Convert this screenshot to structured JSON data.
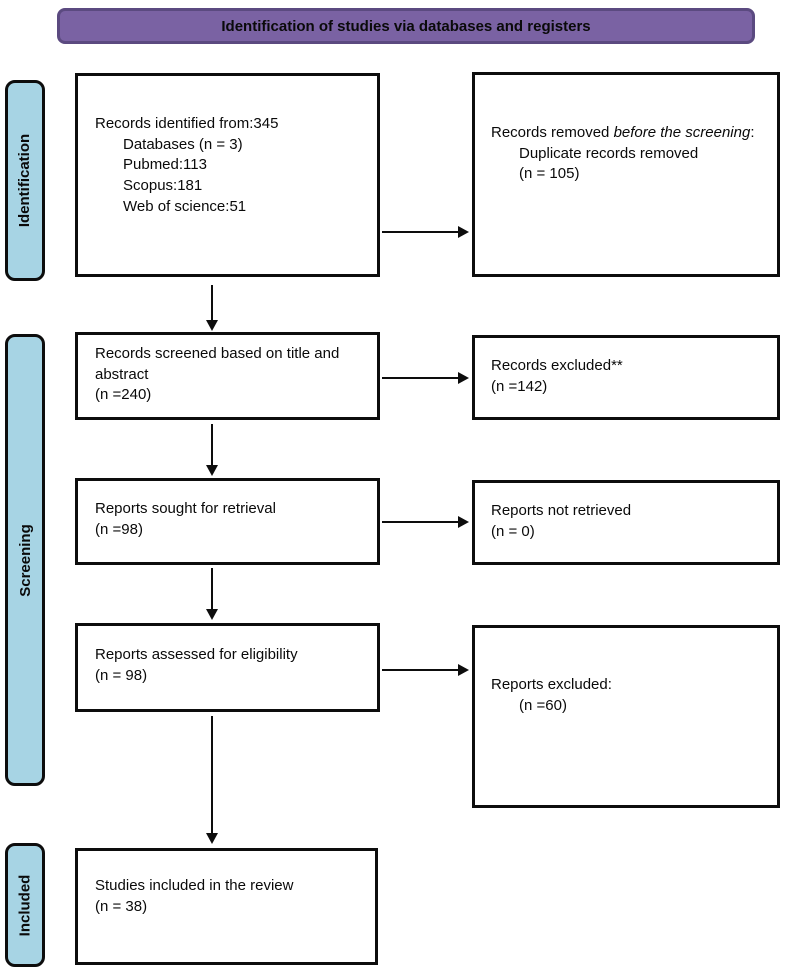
{
  "banner": {
    "title": "Identification of studies via databases and registers",
    "fill": "#7a62a3",
    "border": "#5b4a80"
  },
  "sidebar": {
    "fill": "#a7d4e4",
    "items": [
      {
        "label": "Identification"
      },
      {
        "label": "Screening"
      },
      {
        "label": "Included"
      }
    ]
  },
  "boxes": {
    "identified": {
      "lines": [
        "Records identified from:345",
        "Databases (n = 3)",
        "Pubmed:113",
        "Scopus:181",
        "Web of science:51"
      ]
    },
    "removed": {
      "line1_normal": "Records removed ",
      "line1_italic": "before the screening",
      "line1_post": ":",
      "lines": [
        "Duplicate records removed",
        "(n = 105)"
      ]
    },
    "screened": {
      "lines": [
        "Records screened based on title and abstract",
        "(n =240)"
      ]
    },
    "excluded": {
      "lines": [
        "Records excluded**",
        "(n =142)"
      ]
    },
    "sought": {
      "lines": [
        "Reports sought for retrieval",
        "(n =98)"
      ]
    },
    "not_retrieved": {
      "lines": [
        "Reports not retrieved",
        "(n = 0)"
      ]
    },
    "assessed": {
      "lines": [
        "Reports assessed for eligibility",
        "(n = 98)"
      ]
    },
    "reports_excluded": {
      "lines": [
        "Reports excluded:",
        "(n =60)"
      ]
    },
    "included": {
      "lines": [
        "Studies included in the review",
        "(n = 38)"
      ]
    }
  }
}
